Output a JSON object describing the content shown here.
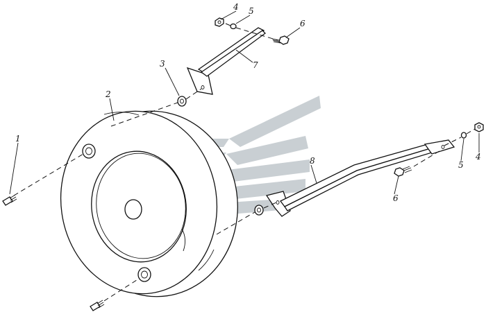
{
  "callouts": {
    "c1": "1",
    "c2": "2",
    "c3": "3",
    "c4_top": "4",
    "c5_top": "5",
    "c6_top": "6",
    "c7": "7",
    "c8": "8",
    "c4_right": "4",
    "c5_right": "5",
    "c6_right": "6"
  },
  "colors": {
    "ink": "#111111",
    "watermark": "#c9cfd3",
    "background": "#ffffff"
  }
}
